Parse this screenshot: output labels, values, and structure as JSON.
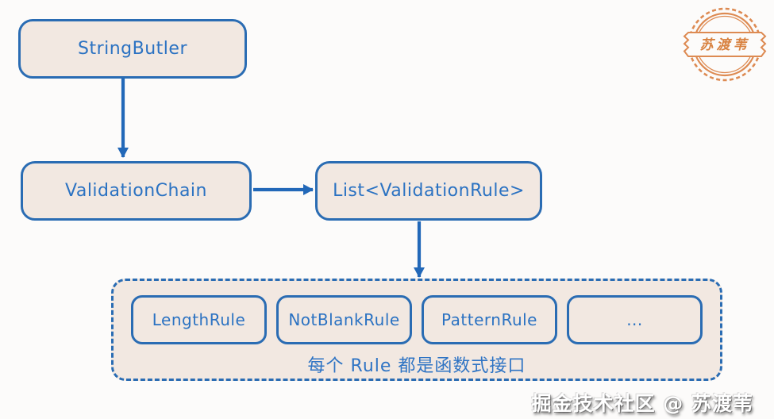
{
  "colors": {
    "background": "#fcfbfa",
    "box_fill": "#f2e8e1",
    "box_border_blue": "#2a6cb3",
    "text_blue": "#2b72c2",
    "arrow_blue": "#2268b8",
    "stamp_orange": "#dd8a52",
    "watermark_white": "#ffffff"
  },
  "diagram": {
    "nodes": [
      {
        "id": "string-butler",
        "label": "StringButler"
      },
      {
        "id": "validation-chain",
        "label": "ValidationChain"
      },
      {
        "id": "validation-rule-list",
        "label": "List<ValidationRule>"
      }
    ],
    "rules": {
      "items": [
        "LengthRule",
        "NotBlankRule",
        "PatternRule",
        "..."
      ],
      "caption": "每个 Rule 都是函数式接口"
    }
  },
  "stamp": {
    "text": "苏渡苇"
  },
  "watermark": {
    "text": "掘金技术社区 @ 苏渡苇"
  }
}
